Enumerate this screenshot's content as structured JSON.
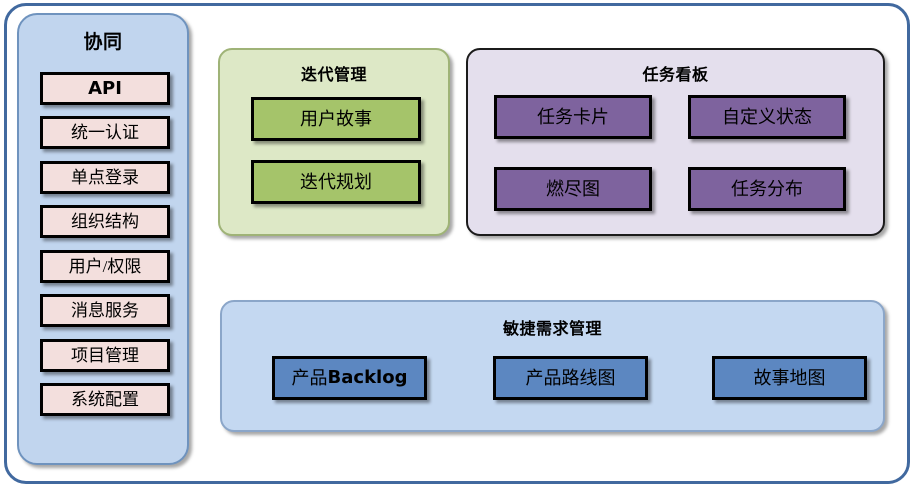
{
  "diagram": {
    "title_visible": false,
    "colors": {
      "frame_border": "#41699f",
      "collab_panel_bg": "#c1d5ee",
      "collab_item_bg": "#f3dfdd",
      "iteration_panel_bg": "#dde8c6",
      "iteration_item_bg": "#a5c46a",
      "taskboard_panel_bg": "#e4dfed",
      "taskboard_item_bg": "#7e639e",
      "agile_panel_bg": "#c4d8f1",
      "agile_item_bg": "#5c87c1"
    }
  },
  "collaboration": {
    "title": "协同",
    "items": [
      {
        "label": "API",
        "style": "bold-sans"
      },
      {
        "label": "统一认证",
        "style": "serif"
      },
      {
        "label": "单点登录",
        "style": "serif"
      },
      {
        "label": "组织结构",
        "style": "serif"
      },
      {
        "label": "用户/权限",
        "style": "serif"
      },
      {
        "label": "消息服务",
        "style": "serif"
      },
      {
        "label": "项目管理",
        "style": "serif"
      },
      {
        "label": "系统配置",
        "style": "serif"
      }
    ]
  },
  "iteration": {
    "title": "迭代管理",
    "items": [
      {
        "label": "用户故事"
      },
      {
        "label": "迭代规划"
      }
    ]
  },
  "taskboard": {
    "title": "任务看板",
    "items": [
      {
        "label": "任务卡片"
      },
      {
        "label": "自定义状态"
      },
      {
        "label": "燃尽图"
      },
      {
        "label": "任务分布"
      }
    ]
  },
  "agile": {
    "title": "敏捷需求管理",
    "items": [
      {
        "label": "产品Backlog",
        "cn": "产品",
        "en": "Backlog"
      },
      {
        "label": "产品路线图"
      },
      {
        "label": "故事地图"
      }
    ]
  }
}
